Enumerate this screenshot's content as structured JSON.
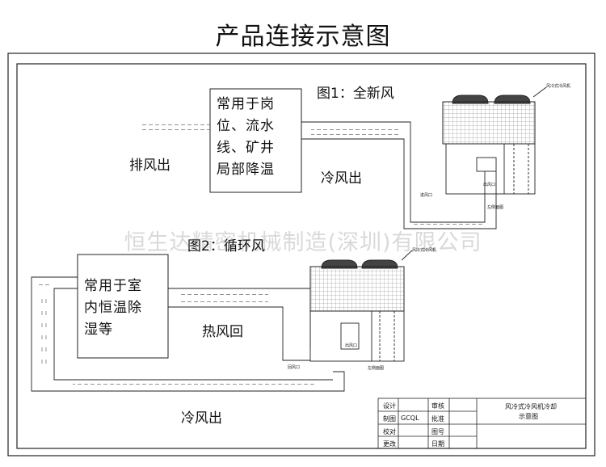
{
  "title": "产品连接示意图",
  "watermark": "恒生达精密机械制造(深圳)有限公司",
  "figure1": {
    "caption": "图1：全新风",
    "box_lines": [
      "常用于岗",
      "位、流水",
      "线、矿井",
      "局部降温"
    ],
    "exhaust_label": "排风出",
    "cold_air_label": "冷风出",
    "unit_tag": "风冷式冷风机",
    "inlet_label": "进风口",
    "outlet_label": "出风口",
    "side_label": "左侧面图"
  },
  "figure2": {
    "caption": "图2：循环风",
    "box_lines": [
      "常用于室",
      "内恒温除",
      "湿等"
    ],
    "hot_return_label": "热风回",
    "cold_air_label": "冷风出",
    "unit_tag": "风冷式冷风机",
    "outlet_label": "出风口",
    "return_label": "回风口",
    "side_label": "左侧面图"
  },
  "title_block": {
    "design": "设计",
    "drawing": "制图",
    "drawer_name": "GCQL",
    "check": "校对",
    "change": "更改",
    "review": "审核",
    "approve": "批准",
    "drawing_no": "图号",
    "date": "日期",
    "name_line1": "风冷式冷风机冷却",
    "name_line2": "示意图"
  }
}
